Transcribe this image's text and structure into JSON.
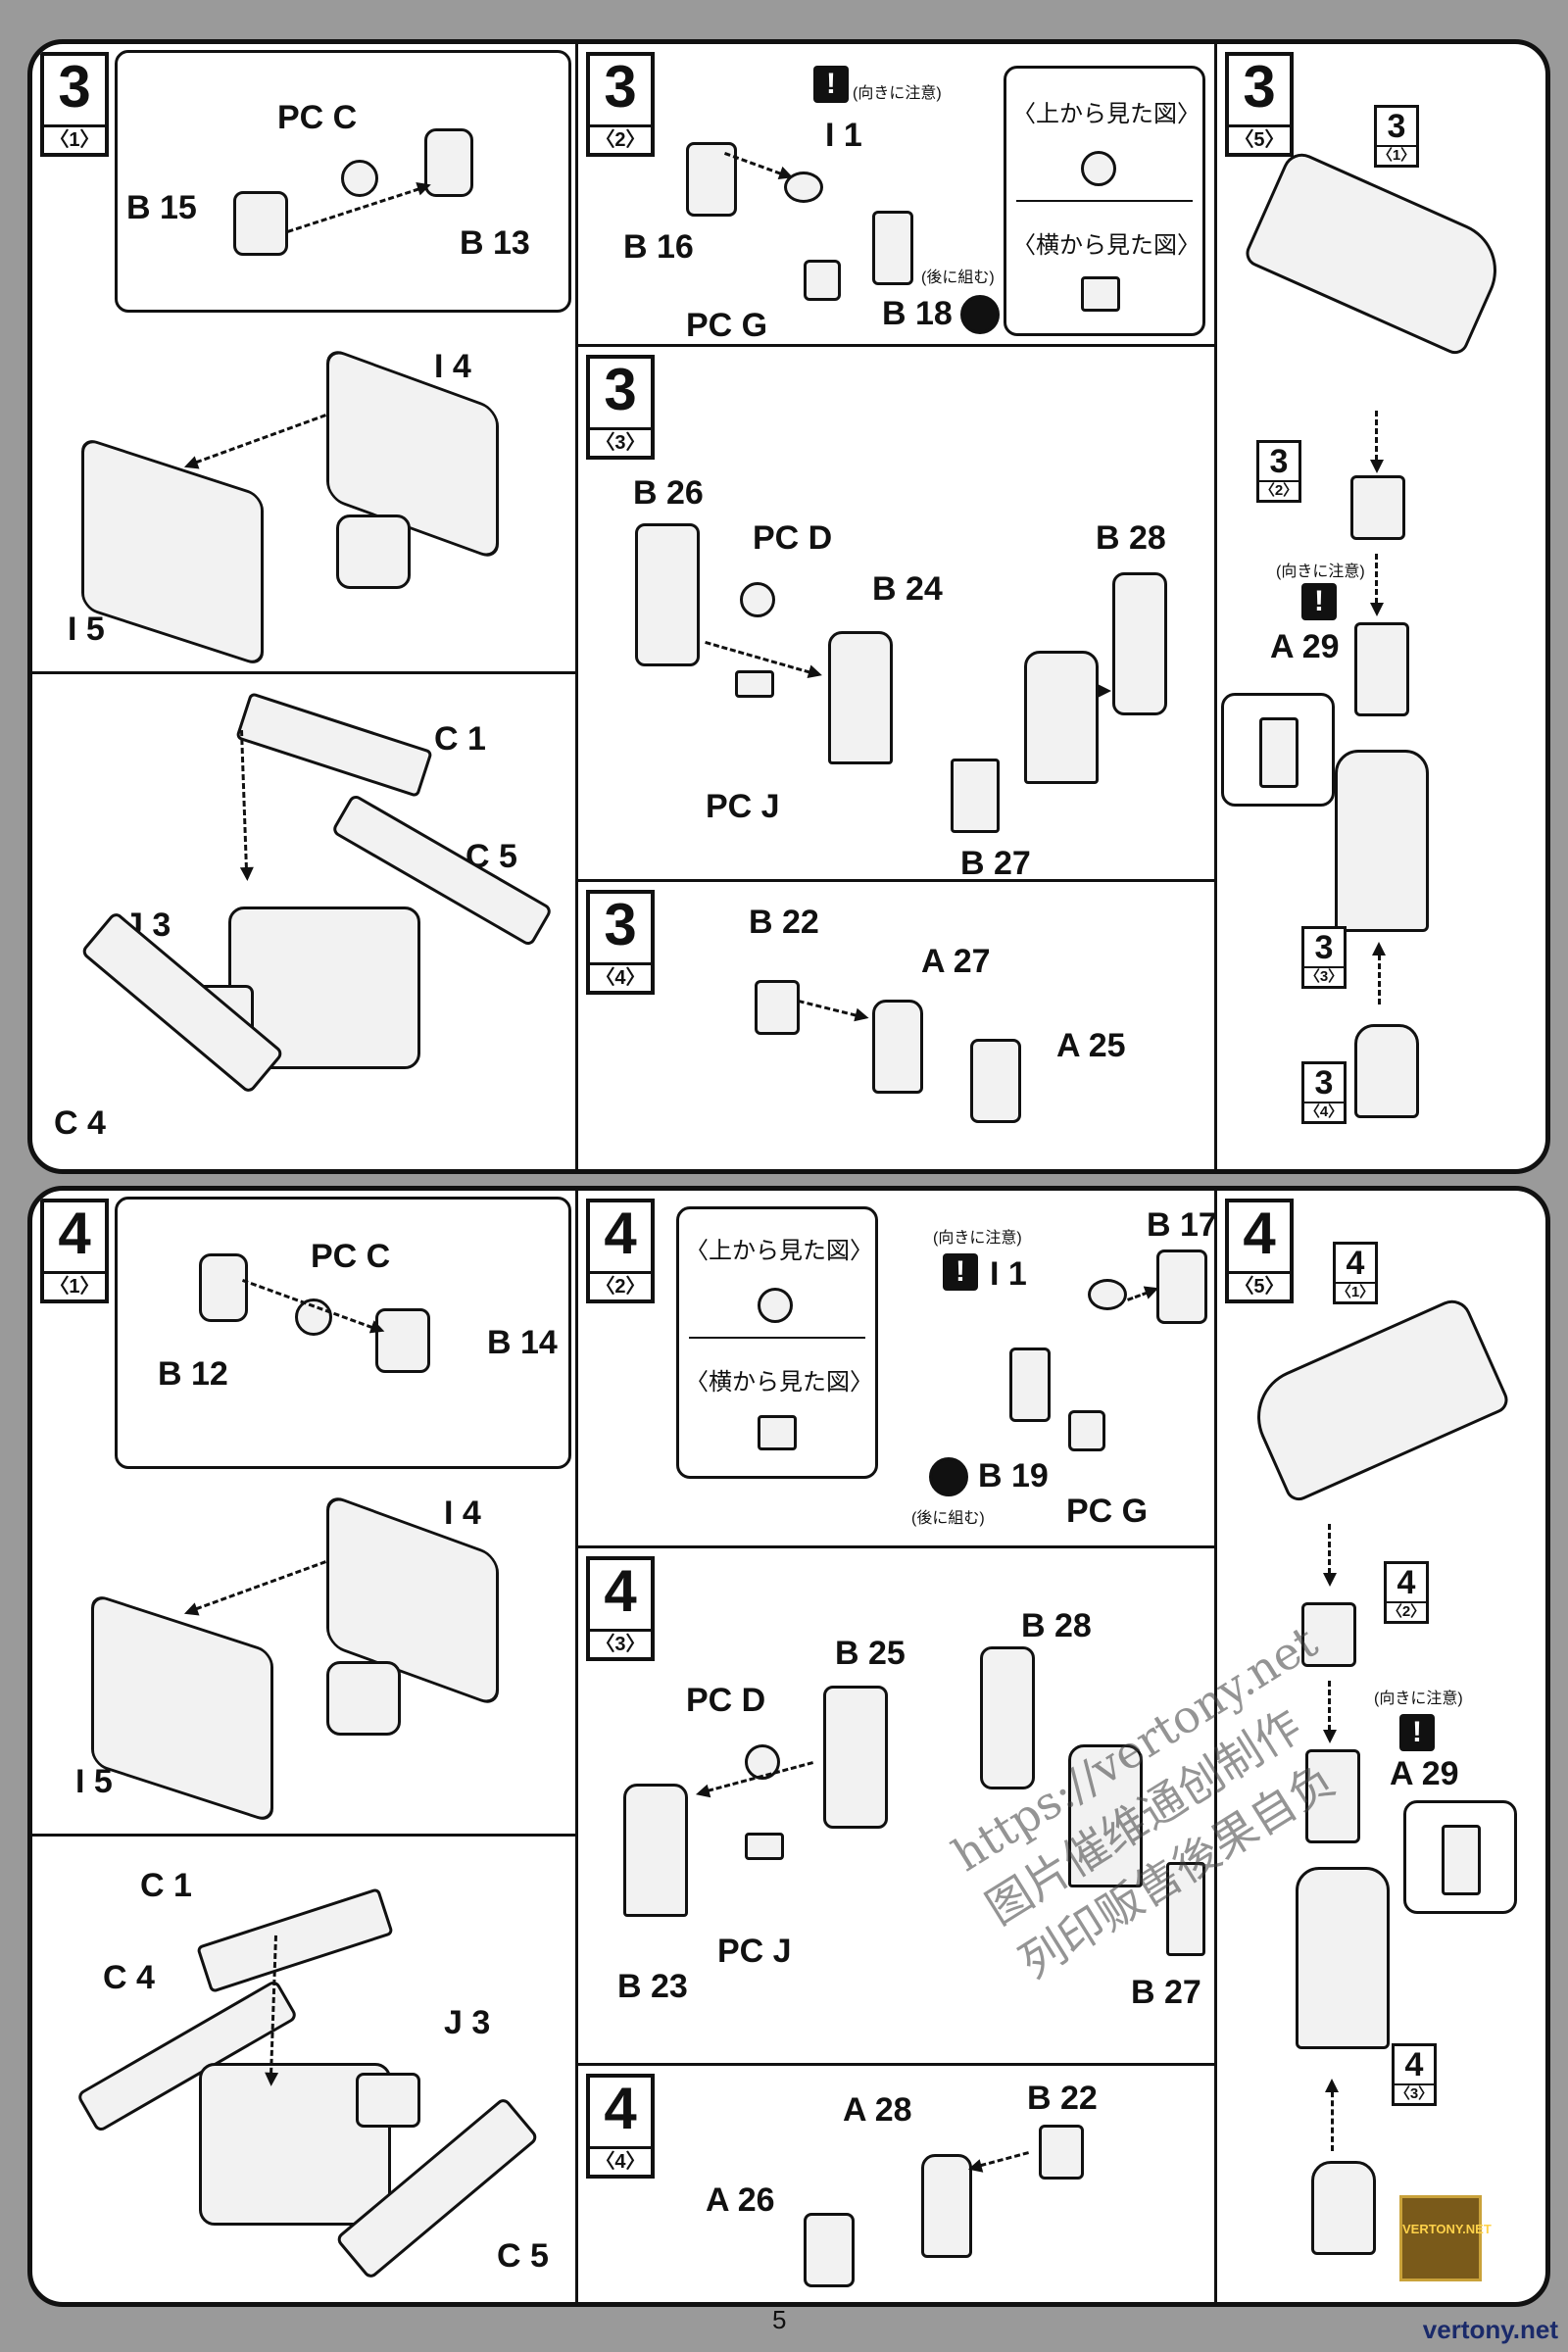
{
  "page_number": "5",
  "site_label": "vertony.net",
  "watermark": {
    "url": "https://vertony.net",
    "line1": "图片催维通创制作",
    "line2": "列印贩售後果自负"
  },
  "logo_text": "VERTONY.NET",
  "notes": {
    "care_direction": "(向きに注意)",
    "assemble_later": "(後に組む)",
    "top_view": "〈上から見た図〉",
    "side_view": "〈横から見た図〉"
  },
  "step3": {
    "number": "3",
    "s1": {
      "sub": "〈1〉",
      "labels": [
        "PC C",
        "B 15",
        "B 13",
        "I 4",
        "I 5",
        "C 1",
        "C 5",
        "J 3",
        "C 4"
      ]
    },
    "s2": {
      "sub": "〈2〉",
      "labels": [
        "I 1",
        "B 16",
        "PC G",
        "B 18"
      ]
    },
    "s3": {
      "sub": "〈3〉",
      "labels": [
        "B 26",
        "PC D",
        "B 24",
        "PC J",
        "B 28",
        "B 27"
      ]
    },
    "s4": {
      "sub": "〈4〉",
      "labels": [
        "B 22",
        "A 27",
        "A 25"
      ]
    },
    "s5": {
      "sub": "〈5〉",
      "labels": [
        "A 29"
      ],
      "refs": [
        {
          "n": "3",
          "s": "〈1〉"
        },
        {
          "n": "3",
          "s": "〈2〉"
        },
        {
          "n": "3",
          "s": "〈3〉"
        },
        {
          "n": "3",
          "s": "〈4〉"
        }
      ]
    }
  },
  "step4": {
    "number": "4",
    "s1": {
      "sub": "〈1〉",
      "labels": [
        "PC C",
        "B 12",
        "B 14",
        "I 4",
        "I 5",
        "C 1",
        "C 4",
        "J 3",
        "C 5"
      ]
    },
    "s2": {
      "sub": "〈2〉",
      "labels": [
        "I 1",
        "B 17",
        "B 19",
        "PC G"
      ]
    },
    "s3": {
      "sub": "〈3〉",
      "labels": [
        "PC D",
        "B 25",
        "B 28",
        "B 23",
        "PC J",
        "B 27"
      ]
    },
    "s4": {
      "sub": "〈4〉",
      "labels": [
        "A 28",
        "B 22",
        "A 26"
      ]
    },
    "s5": {
      "sub": "〈5〉",
      "labels": [
        "A 29"
      ],
      "refs": [
        {
          "n": "4",
          "s": "〈1〉"
        },
        {
          "n": "4",
          "s": "〈2〉"
        },
        {
          "n": "4",
          "s": "〈3〉"
        }
      ]
    }
  }
}
